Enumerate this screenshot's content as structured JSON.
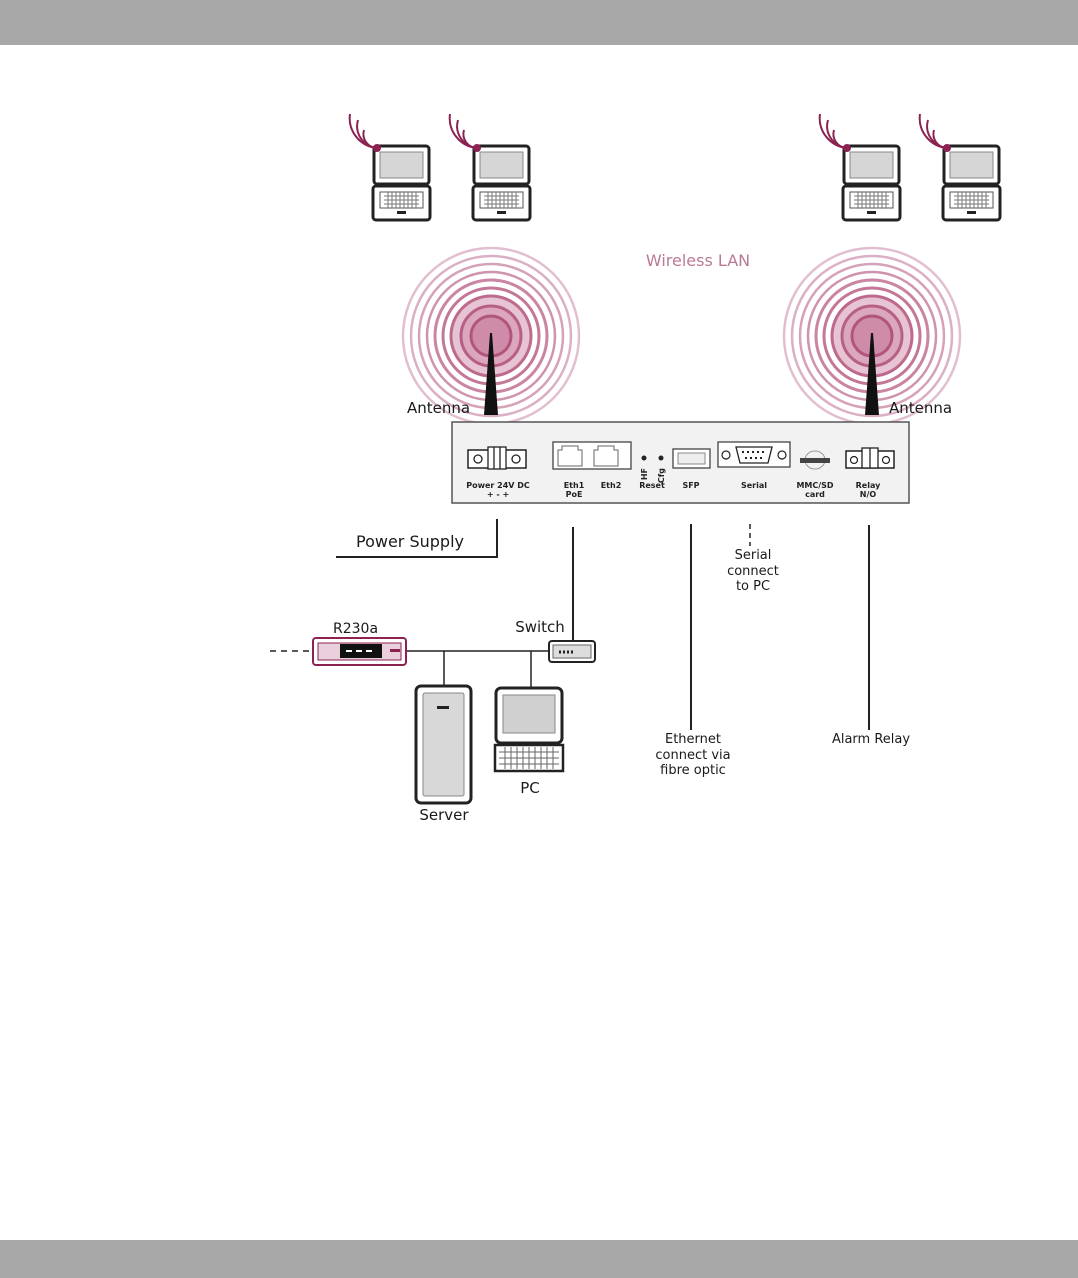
{
  "colors": {
    "page_bars": "#a8a8a8",
    "accent": "#8b2252",
    "radio_rings": "#c07a9a"
  },
  "labels": {
    "wireless_lan": "Wireless LAN",
    "antenna_left": "Antenna",
    "antenna_right": "Antenna",
    "power_supply": "Power Supply",
    "serial_connect": [
      "Serial",
      "connect",
      "to PC"
    ],
    "ethernet_fibre": [
      "Ethernet",
      "connect via",
      "fibre optic"
    ],
    "alarm_relay": "Alarm Relay",
    "switch": "Switch",
    "router": "R230a",
    "server": "Server",
    "pc": "PC"
  },
  "device_ports": {
    "power": [
      "Power 24V DC",
      "+ - +"
    ],
    "eth1": [
      "Eth1",
      "PoE"
    ],
    "eth2": "Eth2",
    "hf": "HF",
    "cfg": "Cfg",
    "reset": "Reset",
    "sfp": "SFP",
    "serial": "Serial",
    "mmc": [
      "MMC/SD",
      "card"
    ],
    "relay": [
      "Relay",
      "N/O"
    ]
  },
  "icons": [
    "laptop-icon",
    "antenna-icon",
    "router-icon",
    "switch-icon",
    "server-icon",
    "pc-icon"
  ]
}
